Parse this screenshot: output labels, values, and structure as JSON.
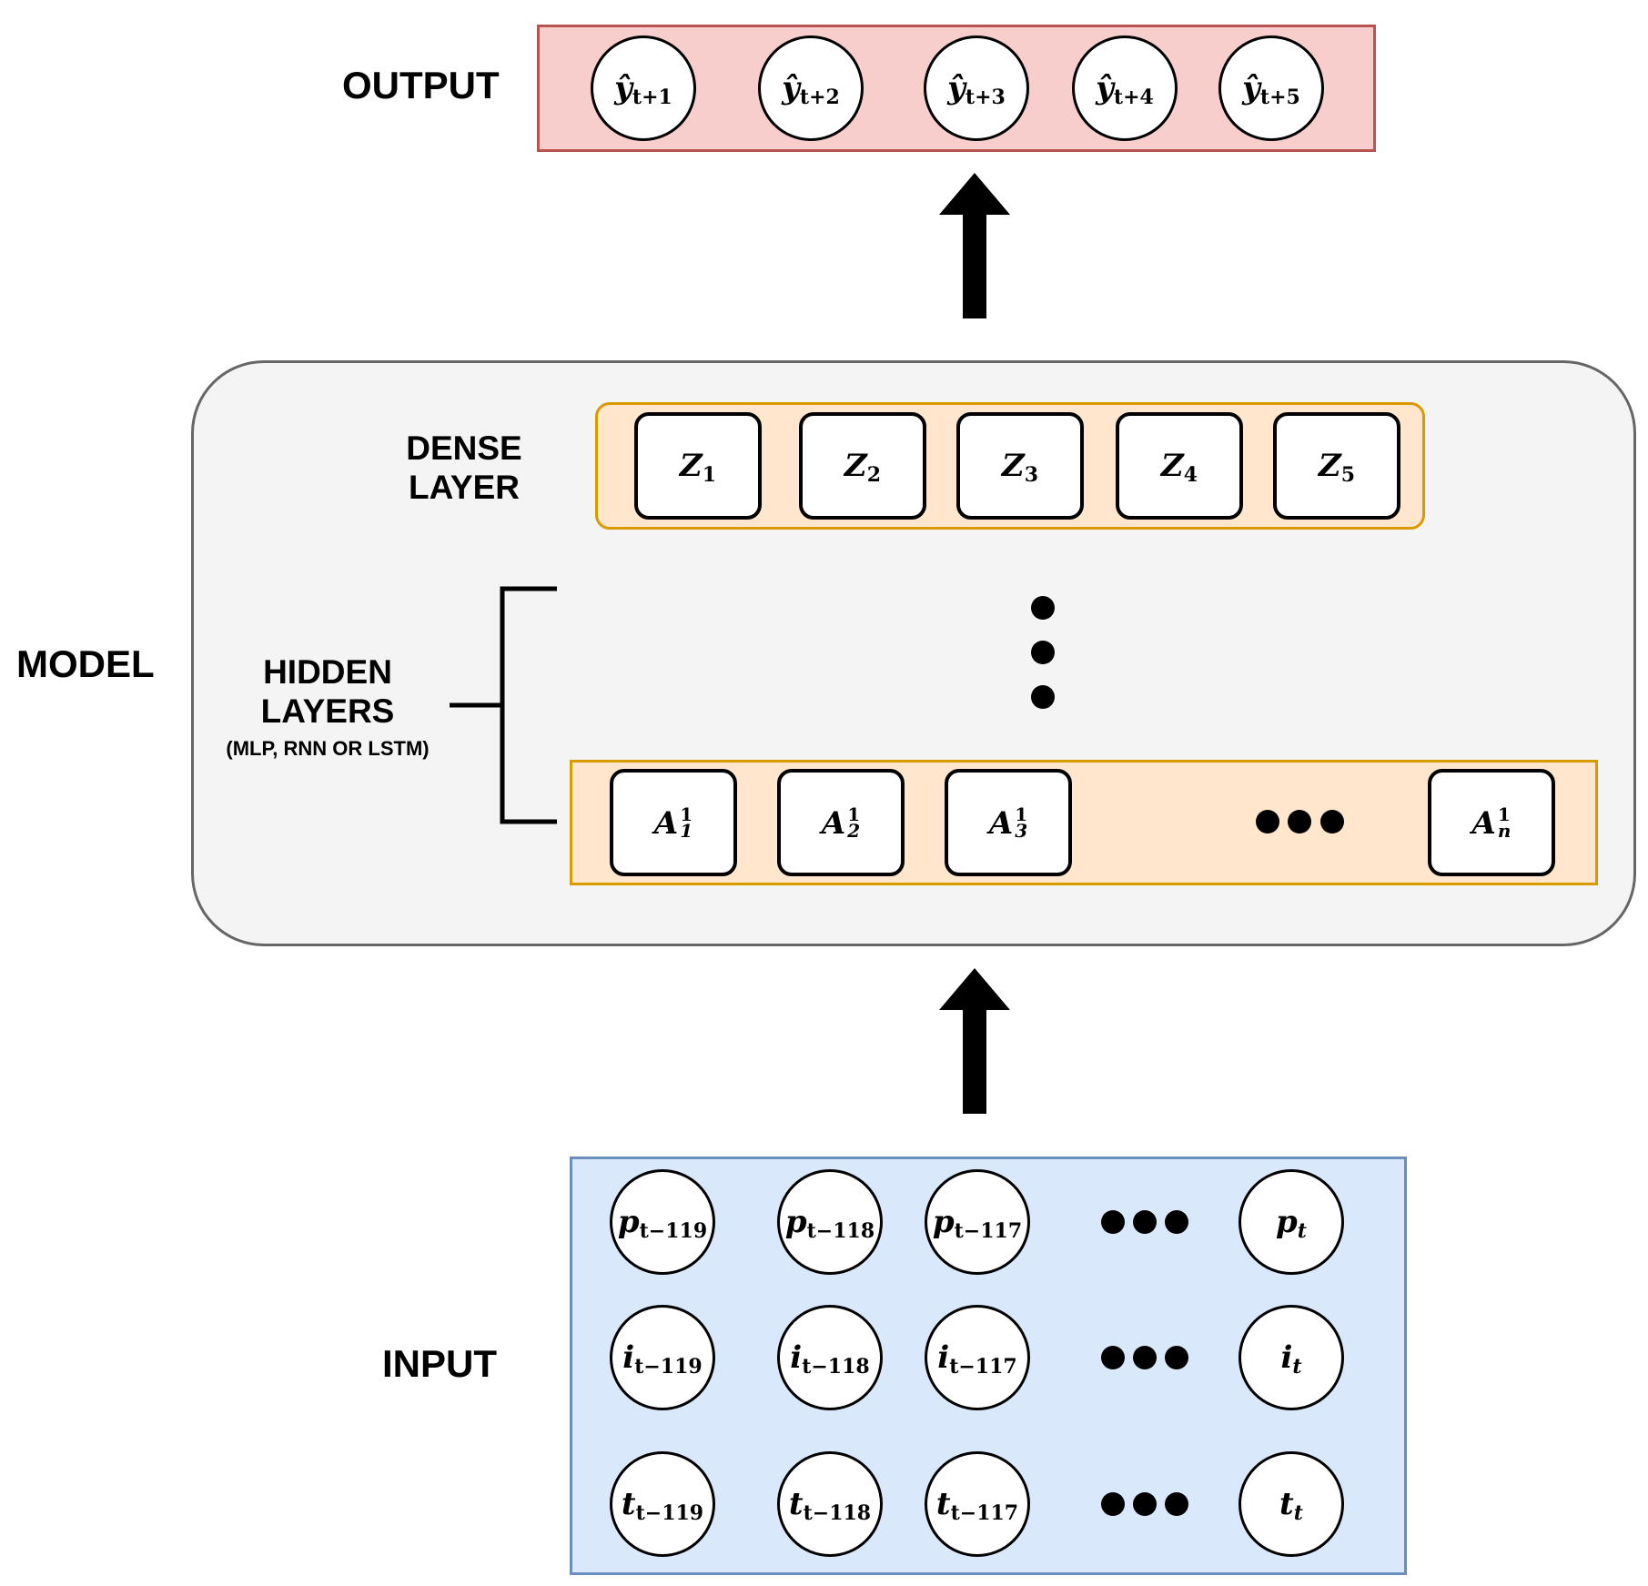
{
  "labels": {
    "output": "OUTPUT",
    "model": "MODEL",
    "input": "INPUT",
    "dense_line1": "DENSE",
    "dense_line2": "LAYER",
    "hidden_line1": "HIDDEN",
    "hidden_line2": "LAYERS",
    "hidden_sub": "(MLP, RNN OR LSTM)"
  },
  "output_nodes": [
    {
      "base": "ŷ",
      "sub": "t+1"
    },
    {
      "base": "ŷ",
      "sub": "t+2"
    },
    {
      "base": "ŷ",
      "sub": "t+3"
    },
    {
      "base": "ŷ",
      "sub": "t+4"
    },
    {
      "base": "ŷ",
      "sub": "t+5"
    }
  ],
  "dense_nodes": [
    {
      "base": "Z",
      "sub": "1"
    },
    {
      "base": "Z",
      "sub": "2"
    },
    {
      "base": "Z",
      "sub": "3"
    },
    {
      "base": "Z",
      "sub": "4"
    },
    {
      "base": "Z",
      "sub": "5"
    }
  ],
  "hidden_nodes": [
    {
      "base": "A",
      "sup": "1",
      "sub": "1"
    },
    {
      "base": "A",
      "sup": "1",
      "sub": "2"
    },
    {
      "base": "A",
      "sup": "1",
      "sub": "3"
    },
    {
      "base": "A",
      "sup": "1",
      "sub": "n"
    }
  ],
  "input_rows": [
    {
      "base": "p",
      "cells": [
        "t−119",
        "t−118",
        "t−117"
      ],
      "last": "t"
    },
    {
      "base": "i",
      "cells": [
        "t−119",
        "t−118",
        "t−117"
      ],
      "last": "t"
    },
    {
      "base": "t",
      "cells": [
        "t−119",
        "t−118",
        "t−117"
      ],
      "last": "t"
    }
  ],
  "colors": {
    "output_fill": "#f8cecc",
    "output_border": "#b85450",
    "model_fill": "#f4f4f4",
    "model_border": "#666666",
    "layer_fill": "#ffe6cc",
    "layer_border": "#d79b00",
    "input_fill": "#dae8fc",
    "input_border": "#6c8ebf"
  }
}
